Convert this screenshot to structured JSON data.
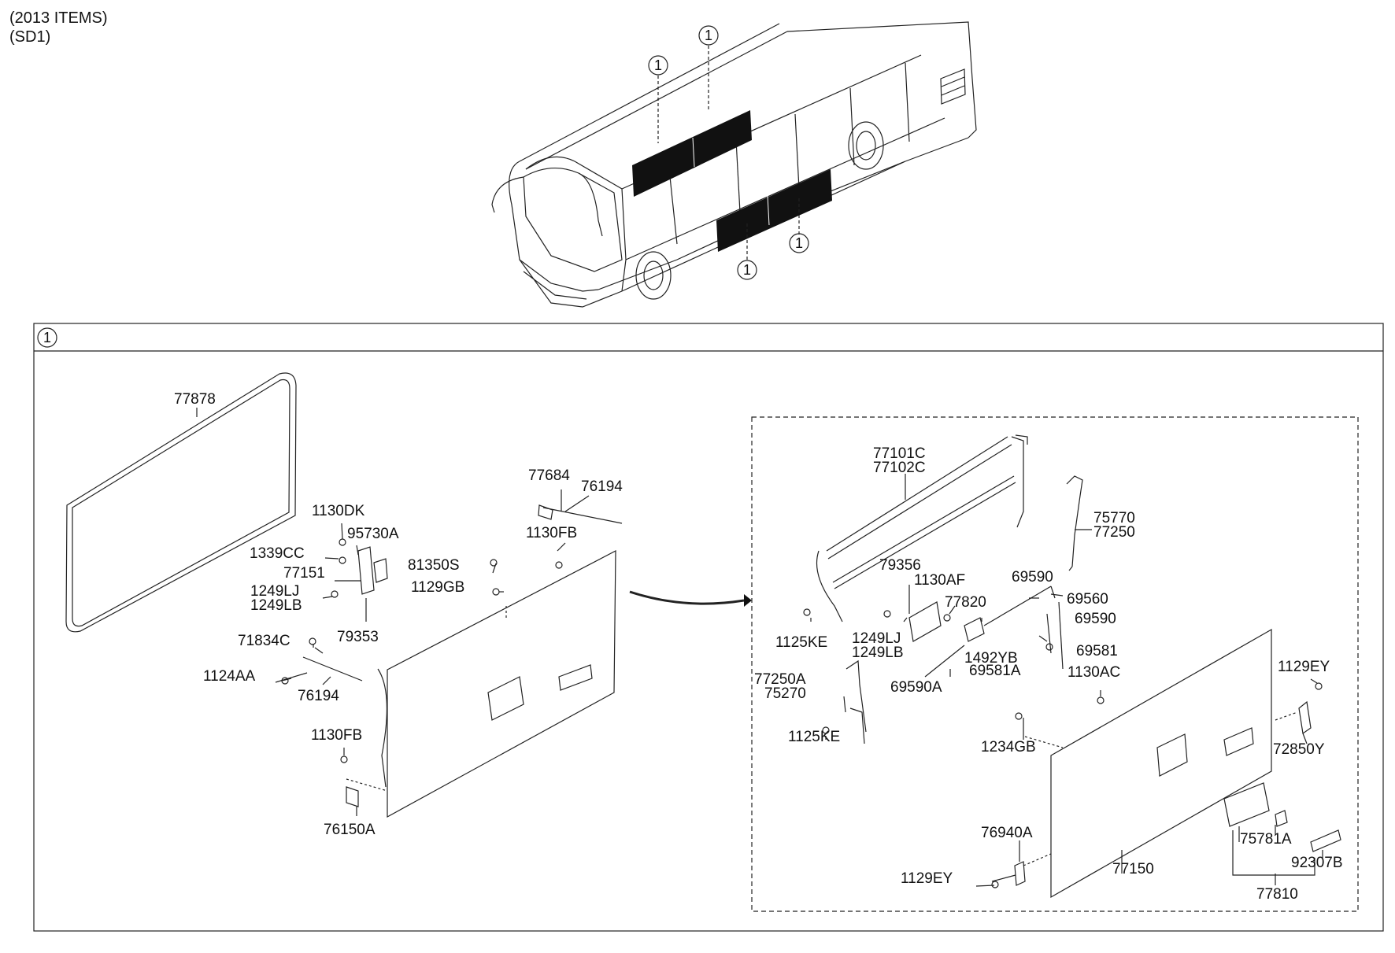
{
  "header": {
    "line1": "(2013 ITEMS)",
    "line2": "(SD1)"
  },
  "callout_marker": "1",
  "section_marker": "1",
  "parts": {
    "p77878": "77878",
    "p1130DK": "1130DK",
    "p95730A": "95730A",
    "p1339CC": "1339CC",
    "p77151": "77151",
    "p1249LJ_a": "1249LJ",
    "p1249LB_a": "1249LB",
    "p79353": "79353",
    "p71834C": "71834C",
    "p1124AA": "1124AA",
    "p76194_a": "76194",
    "p1130FB_a": "1130FB",
    "p76150A": "76150A",
    "p77684": "77684",
    "p76194_b": "76194",
    "p1130FB_b": "1130FB",
    "p81350S": "81350S",
    "p1129GB": "1129GB",
    "p77101C": "77101C",
    "p77102C": "77102C",
    "p75770": "75770",
    "p77250": "77250",
    "p79356": "79356",
    "p1130AF": "1130AF",
    "p69590_a": "69590",
    "p69560": "69560",
    "p69590_b": "69590",
    "p77820": "77820",
    "p1125KE_a": "1125KE",
    "p1249LJ_b": "1249LJ",
    "p1249LB_b": "1249LB",
    "p1492YB": "1492YB",
    "p69581": "69581",
    "p69581A": "69581A",
    "p1130AC": "1130AC",
    "p1129EY_a": "1129EY",
    "p77250A": "77250A",
    "p75270": "75270",
    "p69590A": "69590A",
    "p1125KE_b": "1125KE",
    "p1234GB": "1234GB",
    "p72850Y": "72850Y",
    "p76940A": "76940A",
    "p1129EY_b": "1129EY",
    "p77150": "77150",
    "p75781A": "75781A",
    "p92307B": "92307B",
    "p77810": "77810"
  }
}
